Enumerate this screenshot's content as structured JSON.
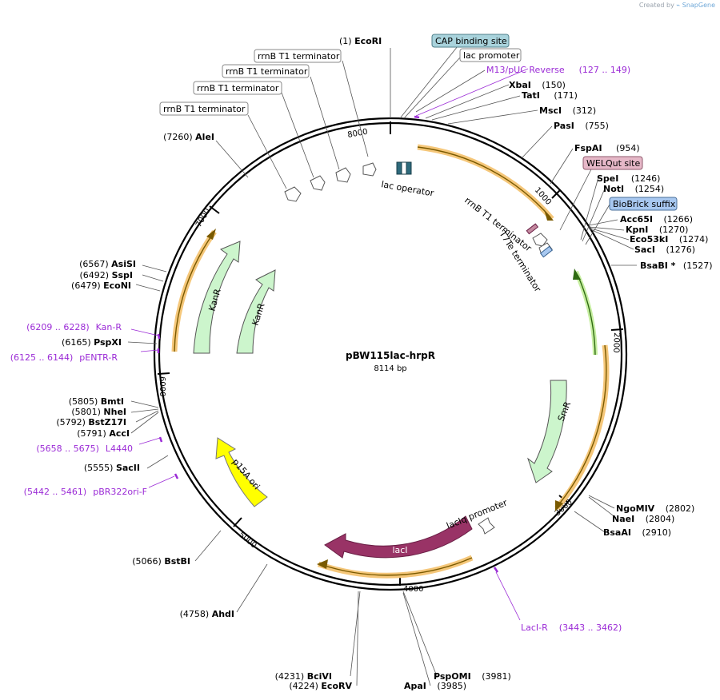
{
  "credit": {
    "prefix": "Created by",
    "brand": "SnapGene"
  },
  "plasmid": {
    "name": "pBW115lac-hrpR",
    "size_label": "8114 bp",
    "length": 8114
  },
  "ticks": [
    "1000",
    "2000",
    "3000",
    "4000",
    "5000",
    "6000",
    "7000",
    "8000"
  ],
  "sites": [
    {
      "pos": "(1)",
      "name": "EcoRI",
      "bp": 1
    },
    {
      "name": "XbaI",
      "pos": "(150)",
      "bp": 150
    },
    {
      "name": "TatI",
      "pos": "(171)",
      "bp": 171
    },
    {
      "name": "MscI",
      "pos": "(312)",
      "bp": 312
    },
    {
      "name": "PasI",
      "pos": "(755)",
      "bp": 755
    },
    {
      "name": "FspAI",
      "pos": "(954)",
      "bp": 954
    },
    {
      "name": "SpeI",
      "pos": "(1246)",
      "bp": 1246
    },
    {
      "name": "NotI",
      "pos": "(1254)",
      "bp": 1254
    },
    {
      "name": "Acc65I",
      "pos": "(1266)",
      "bp": 1266
    },
    {
      "name": "KpnI",
      "pos": "(1270)",
      "bp": 1270
    },
    {
      "name": "Eco53kI",
      "pos": "(1274)",
      "bp": 1274
    },
    {
      "name": "SacI",
      "pos": "(1276)",
      "bp": 1276
    },
    {
      "name": "BsaBI *",
      "pos": "(1527)",
      "bp": 1527
    },
    {
      "name": "NgoMIV",
      "pos": "(2802)",
      "bp": 2802
    },
    {
      "name": "NaeI",
      "pos": "(2804)",
      "bp": 2804
    },
    {
      "name": "BsaAI",
      "pos": "(2910)",
      "bp": 2910
    },
    {
      "name": "PspOMI",
      "pos": "(3981)",
      "bp": 3981
    },
    {
      "name": "ApaI",
      "pos": "(3985)",
      "bp": 3985
    },
    {
      "pos": "(4224)",
      "name": "EcoRV",
      "bp": 4224
    },
    {
      "pos": "(4231)",
      "name": "BciVI",
      "bp": 4231
    },
    {
      "pos": "(4758)",
      "name": "AhdI",
      "bp": 4758
    },
    {
      "pos": "(5066)",
      "name": "BstBI",
      "bp": 5066
    },
    {
      "pos": "(5555)",
      "name": "SacII",
      "bp": 5555
    },
    {
      "pos": "(5791)",
      "name": "AccI",
      "bp": 5791
    },
    {
      "pos": "(5792)",
      "name": "BstZ17I",
      "bp": 5792
    },
    {
      "pos": "(5801)",
      "name": "NheI",
      "bp": 5801
    },
    {
      "pos": "(5805)",
      "name": "BmtI",
      "bp": 5805
    },
    {
      "pos": "(6165)",
      "name": "PspXI",
      "bp": 6165
    },
    {
      "pos": "(6479)",
      "name": "EcoNI",
      "bp": 6479
    },
    {
      "pos": "(6492)",
      "name": "SspI",
      "bp": 6492
    },
    {
      "pos": "(6567)",
      "name": "AsiSI",
      "bp": 6567
    },
    {
      "pos": "(7260)",
      "name": "AleI",
      "bp": 7260
    }
  ],
  "primers": [
    {
      "name": "M13/pUC Reverse",
      "range": "(127 .. 149)",
      "bp": 138
    },
    {
      "name": "LacI-R",
      "range": "(3443 .. 3462)",
      "bp": 3452
    },
    {
      "name": "pBR322ori-F",
      "range": "(5442 .. 5461)",
      "bp": 5452
    },
    {
      "name": "L4440",
      "range": "(5658 .. 5675)",
      "bp": 5667
    },
    {
      "name": "pENTR-R",
      "range": "(6125 .. 6144)",
      "bp": 6135
    },
    {
      "name": "Kan-R",
      "range": "(6209 .. 6228)",
      "bp": 6219
    }
  ],
  "boxed_features": [
    {
      "label": "CAP binding site",
      "style": "teal"
    },
    {
      "label": "lac promoter",
      "style": "plain"
    },
    {
      "label": "WELQut site",
      "style": "pink"
    },
    {
      "label": "BioBrick suffix",
      "style": "blue"
    }
  ],
  "terminator_boxes": [
    "rrnB T1 terminator",
    "rrnB T1 terminator",
    "rrnB T1 terminator",
    "rrnB T1 terminator"
  ],
  "features": [
    {
      "label": "lac operator"
    },
    {
      "label": "rrnB T1 terminator"
    },
    {
      "label": "T7Te terminator"
    },
    {
      "label": "lacIq promoter"
    },
    {
      "label": "KanR"
    },
    {
      "label": "KanR"
    },
    {
      "label": "SmR"
    },
    {
      "label": "lacI"
    },
    {
      "label": "p15A ori"
    }
  ],
  "colors": {
    "kanr": "#ccf5cc",
    "smr": "#ccf5cc",
    "laci": "#993366",
    "p15a": "#ffff00",
    "orf_glow": "#f5c77a",
    "orf_line": "#7a5a00",
    "primer": "#9b2bd6",
    "cap": "#a9d3dc",
    "welqut": "#e6b8c8",
    "biobrick": "#a8c8f0"
  }
}
